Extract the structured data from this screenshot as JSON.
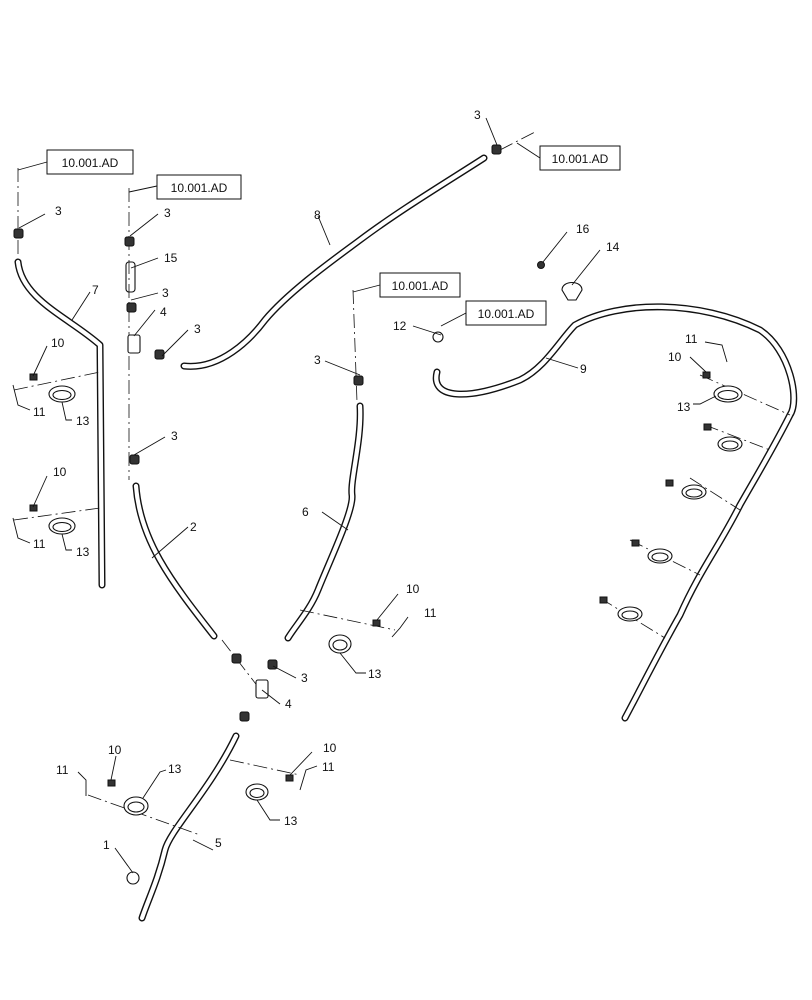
{
  "diagram": {
    "references": [
      {
        "id": "ref-a",
        "text": "10.001.AD"
      },
      {
        "id": "ref-b",
        "text": "10.001.AD"
      },
      {
        "id": "ref-c",
        "text": "10.001.AD"
      },
      {
        "id": "ref-d",
        "text": "10.001.AD"
      },
      {
        "id": "ref-e",
        "text": "10.001.AD"
      }
    ],
    "callouts": [
      "1",
      "2",
      "3",
      "4",
      "5",
      "6",
      "7",
      "8",
      "9",
      "10",
      "11",
      "12",
      "13",
      "14",
      "15",
      "16"
    ]
  }
}
